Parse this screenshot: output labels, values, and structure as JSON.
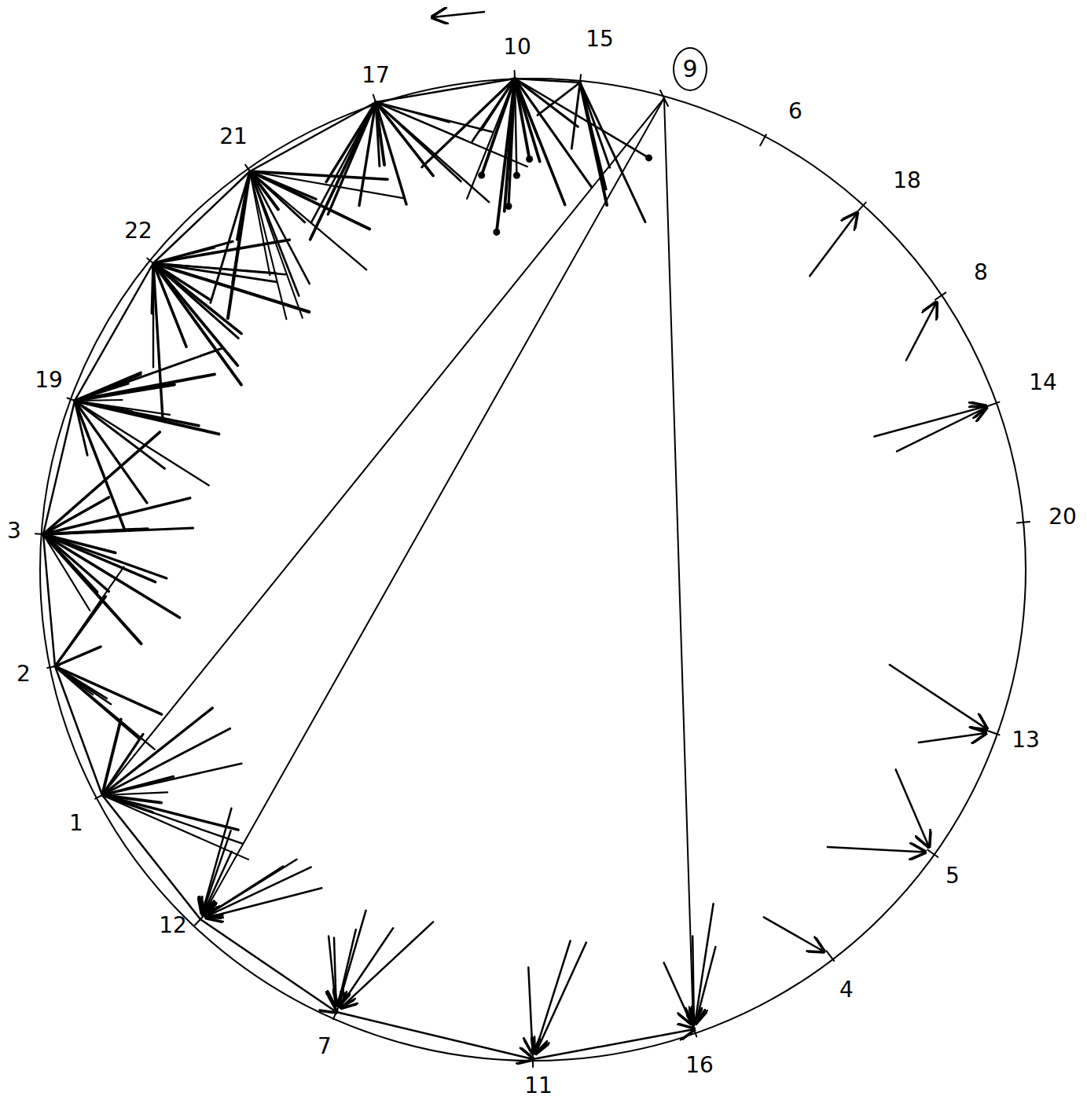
{
  "diagram": {
    "nodes": [
      {
        "text": [
          "9"
        ]
      }
    ],
    "labels": [
      "10",
      "15",
      "17",
      "21",
      "6",
      "18",
      "22",
      "8",
      "19",
      "14",
      "3",
      "20",
      "2",
      "13",
      "1",
      "5",
      "12",
      "4",
      "7",
      "16",
      "11"
    ]
  }
}
